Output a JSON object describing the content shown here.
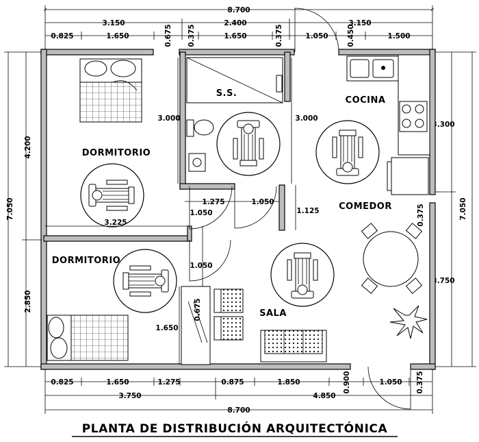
{
  "title": "PLANTA DE DISTRIBUCIÓN ARQUITECTÓNICA",
  "rooms": {
    "dormitorio_1": "DORMITORIO",
    "dormitorio_2": "DORMITORIO",
    "ss": "S.S.",
    "cocina": "COCINA",
    "comedor": "COMEDOR",
    "sala": "SALA"
  },
  "dims": {
    "top_total": "8.700",
    "top_left": "3.150",
    "top_mid": "2.400",
    "top_right": "3.150",
    "top_0825": "0.825",
    "top_1650a": "1.650",
    "top_0675": "0.675",
    "top_0375a": "0.375",
    "top_1650b": "1.650",
    "top_0375b": "0.375",
    "top_1050": "1.050",
    "top_0450": "0.450",
    "top_1500": "1.500",
    "left_total": "7.050",
    "left_4200": "4.200",
    "left_2850": "2.850",
    "right_total": "7.050",
    "right_3300": "3.300",
    "right_3750": "3.750",
    "right_0375": "0.375",
    "right_0375b": "0.375",
    "int_3000a": "3.000",
    "int_3000b": "3.000",
    "int_1275": "1.275",
    "int_1050a": "1.050",
    "int_1125": "1.125",
    "int_3225": "3.225",
    "int_1050b": "1.050",
    "int_1050c": "1.050",
    "int_0675": "0.675",
    "int_1650": "1.650",
    "bot_0825": "0.825",
    "bot_1650": "1.650",
    "bot_1275": "1.275",
    "bot_0875": "0.875",
    "bot_1850": "1.850",
    "bot_0900": "0.900",
    "bot_1050": "1.050",
    "bot_3750": "3.750",
    "bot_4850": "4.850",
    "bot_total": "8.700"
  }
}
